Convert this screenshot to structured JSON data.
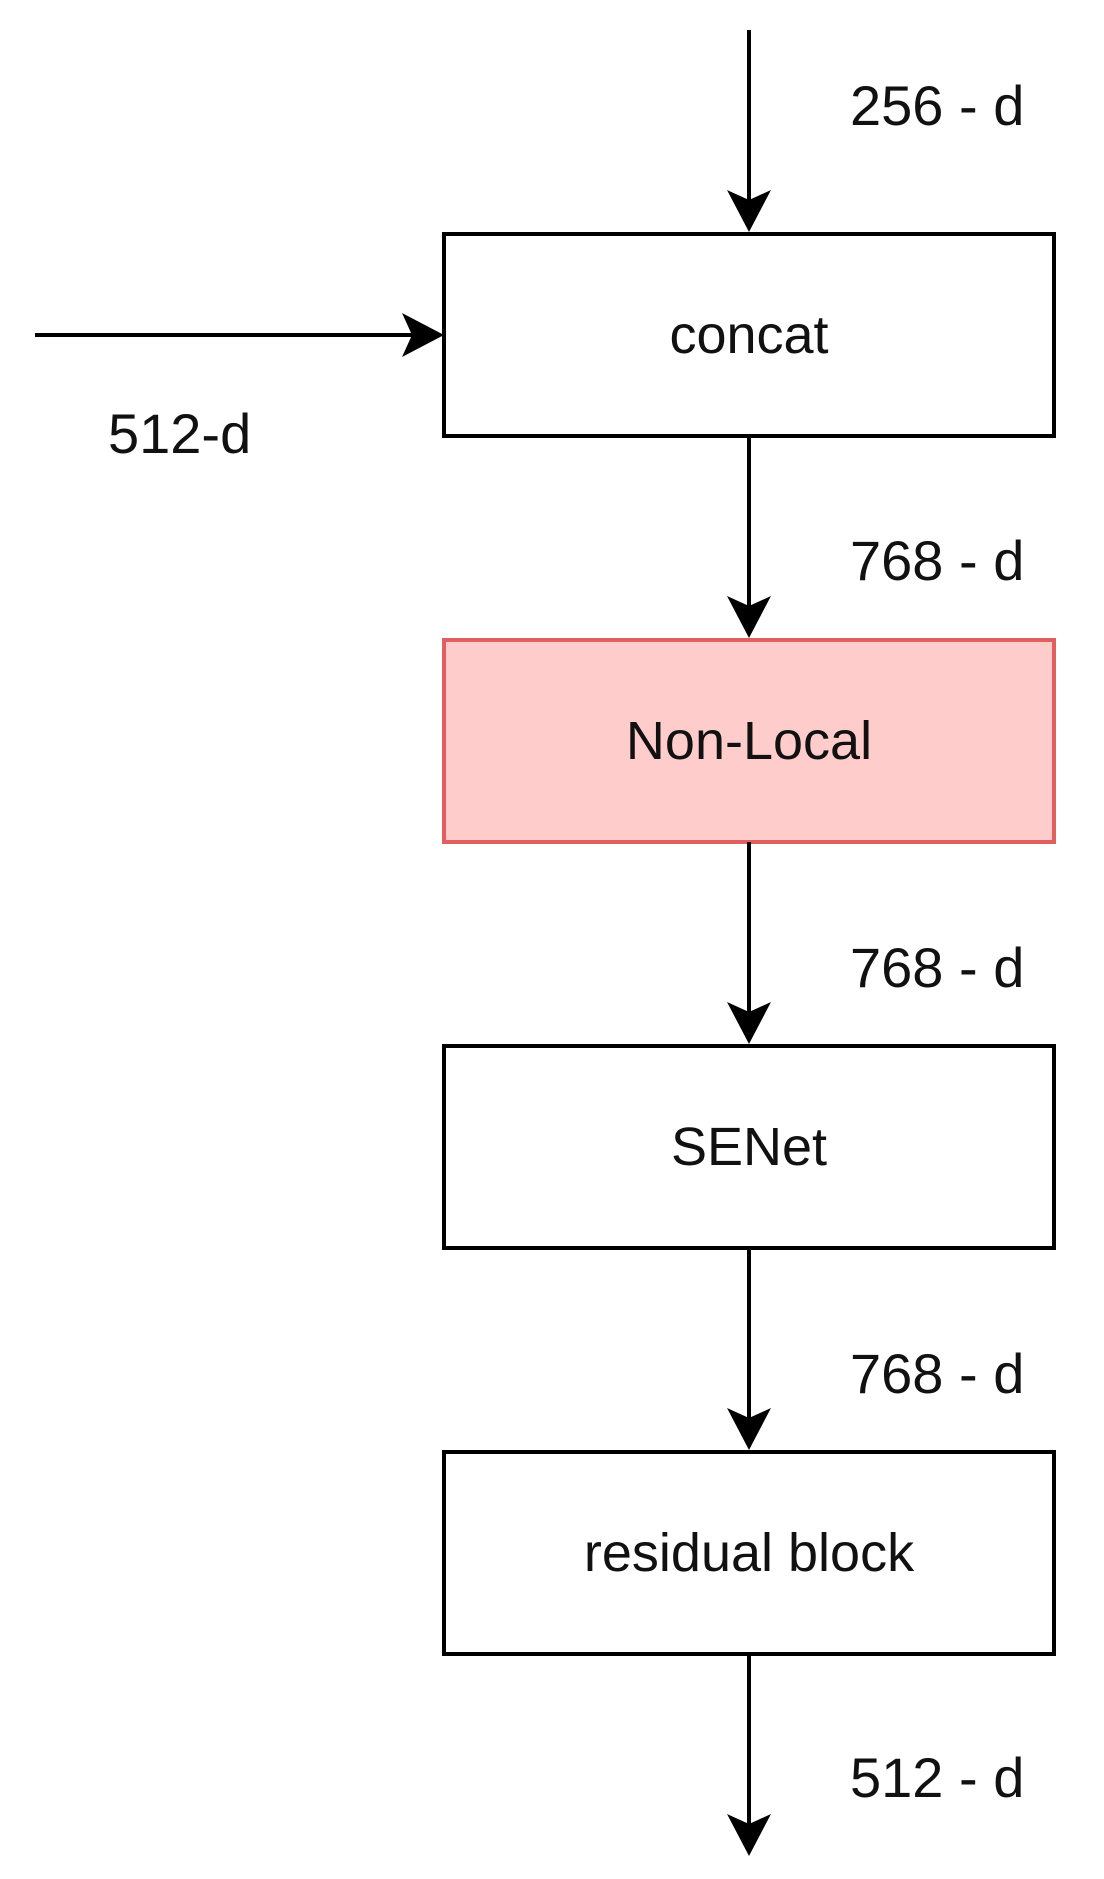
{
  "blocks": {
    "concat": {
      "label": "concat"
    },
    "nonlocal": {
      "label": "Non-Local"
    },
    "senet": {
      "label": "SENet"
    },
    "residual": {
      "label": "residual block"
    }
  },
  "edges": {
    "input_top": {
      "label": "256 - d"
    },
    "input_left": {
      "label": "512-d"
    },
    "concat_to_nonlocal": {
      "label": "768 - d"
    },
    "nonlocal_to_senet": {
      "label": "768 - d"
    },
    "senet_to_residual": {
      "label": "768 - d"
    },
    "output": {
      "label": "512 - d"
    }
  },
  "colors": {
    "box_fill": "#ffffff",
    "box_stroke": "#000000",
    "highlight_fill": "#ffcccc",
    "highlight_stroke": "#e06060",
    "arrow": "#000000"
  }
}
